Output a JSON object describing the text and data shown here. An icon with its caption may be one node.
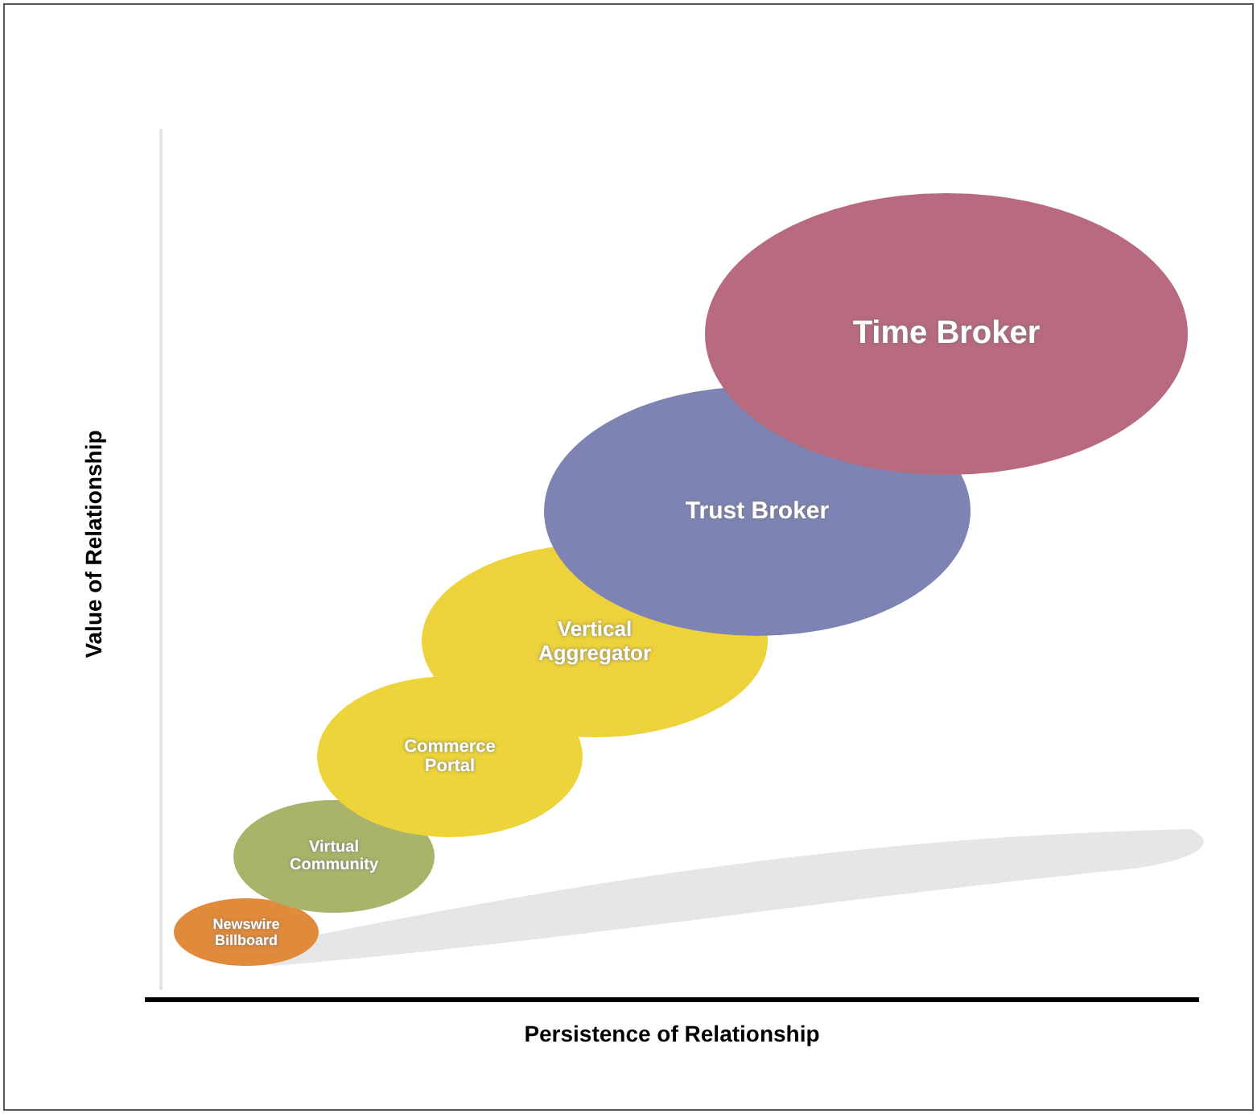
{
  "diagram": {
    "nodes": [
      {
        "text": [
          "Newswire Billboard"
        ]
      },
      {
        "text": [
          "Virtual Community"
        ]
      },
      {
        "text": [
          "Commerce Portal"
        ]
      },
      {
        "text": [
          "Vertical Aggregator"
        ]
      },
      {
        "text": [
          "Trust Broker"
        ]
      },
      {
        "text": [
          "Time Broker"
        ]
      }
    ],
    "labels": [
      "Value of Relationship",
      "Persistence of Relationship"
    ]
  }
}
